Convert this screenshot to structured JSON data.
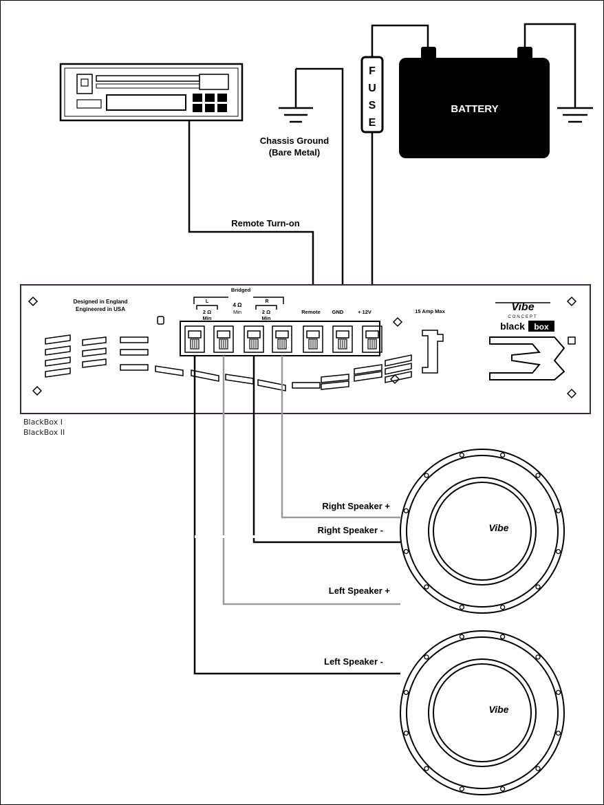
{
  "colors": {
    "wire_dark": "#000000",
    "wire_grey": "#9a9a9a",
    "amp_outline": "#3a2a40",
    "battery": "#000000"
  },
  "head_unit": {
    "name": "car-stereo-head-unit"
  },
  "battery": {
    "label": "BATTERY"
  },
  "fuse": {
    "letters": [
      "F",
      "U",
      "S",
      "E"
    ]
  },
  "chassis_ground": {
    "line1": "Chassis Ground",
    "line2": "(Bare Metal)"
  },
  "remote_label": "Remote Turn-on",
  "amplifier": {
    "designed_line1": "Designed in England",
    "designed_line2": "Engineered in USA",
    "bridged": "Bridged",
    "left_label": "L",
    "right_label": "R",
    "left_imp": "2 Ω",
    "left_min": "Min",
    "mid_imp": "4 Ω",
    "mid_min": "Min",
    "right_imp": "2 Ω",
    "right_min": "Min",
    "remote": "Remote",
    "gnd": "GND",
    "plus12": "+ 12V",
    "amp_max": "15 Amp Max",
    "brand_top": "Vibe",
    "brand_sub": "CONCEPT",
    "brand_black": "black",
    "brand_box": "box",
    "model_numeral": "3"
  },
  "models": [
    "BlackBox I",
    "BlackBox II"
  ],
  "speakers": {
    "right_plus": "Right Speaker +",
    "right_minus": "Right Speaker -",
    "left_plus": "Left Speaker +",
    "left_minus": "Left Speaker -",
    "brand": "Vibe"
  }
}
